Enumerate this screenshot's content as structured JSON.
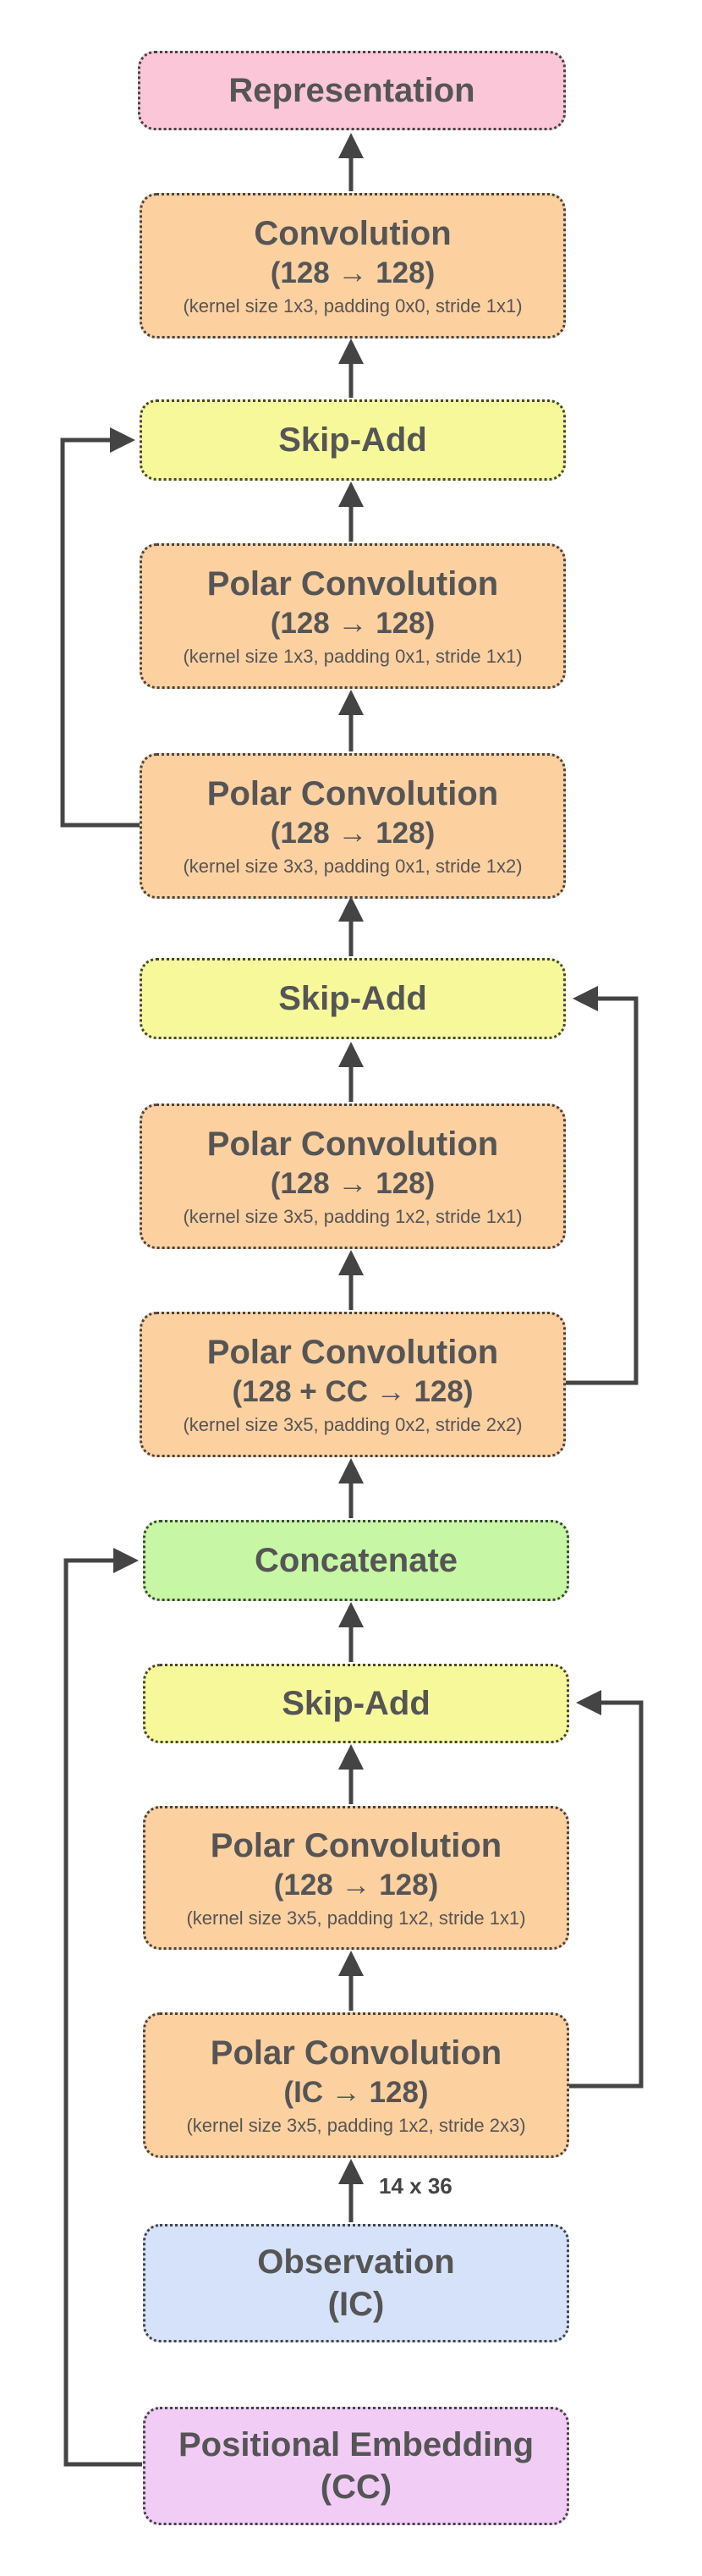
{
  "nodes": {
    "representation": {
      "title": "Representation",
      "color": "#fbc6d7"
    },
    "conv_top": {
      "title": "Convolution",
      "sub": "(128 → 128)",
      "detail": "(kernel size 1x3, padding 0x0, stride 1x1)",
      "color": "#fdd0a0"
    },
    "skip_add_1": {
      "title": "Skip-Add",
      "color": "#f6f89a"
    },
    "polar_conv_1": {
      "title": "Polar Convolution",
      "sub": "(128 → 128)",
      "detail": "(kernel size 1x3, padding 0x1, stride 1x1)",
      "color": "#fdd0a0"
    },
    "polar_conv_2": {
      "title": "Polar Convolution",
      "sub": "(128 → 128)",
      "detail": "(kernel size 3x3, padding 0x1, stride 1x2)",
      "color": "#fdd0a0"
    },
    "skip_add_2": {
      "title": "Skip-Add",
      "color": "#f6f89a"
    },
    "polar_conv_3": {
      "title": "Polar Convolution",
      "sub": "(128 → 128)",
      "detail": "(kernel size 3x5, padding 1x2, stride 1x1)",
      "color": "#fdd0a0"
    },
    "polar_conv_4": {
      "title": "Polar Convolution",
      "sub": "(128 + CC → 128)",
      "detail": "(kernel size 3x5, padding 0x2, stride 2x2)",
      "color": "#fdd0a0"
    },
    "concatenate": {
      "title": "Concatenate",
      "color": "#c7f7a5"
    },
    "skip_add_3": {
      "title": "Skip-Add",
      "color": "#f6f89a"
    },
    "polar_conv_5": {
      "title": "Polar Convolution",
      "sub": "(128 → 128)",
      "detail": "(kernel size 3x5, padding 1x2, stride 1x1)",
      "color": "#fdd0a0"
    },
    "polar_conv_6": {
      "title": "Polar Convolution",
      "sub": "(IC → 128)",
      "detail": "(kernel size 3x5, padding 1x2, stride 2x3)",
      "color": "#fdd0a0"
    },
    "observation": {
      "title": "Observation",
      "sub": "(IC)",
      "color": "#d5e2fa"
    },
    "positional_embedding": {
      "title": "Positional Embedding",
      "sub": "(CC)",
      "color": "#f1cdf6"
    }
  },
  "edge_labels": {
    "input_shape": "14 x 36"
  },
  "line_color": "#444444"
}
